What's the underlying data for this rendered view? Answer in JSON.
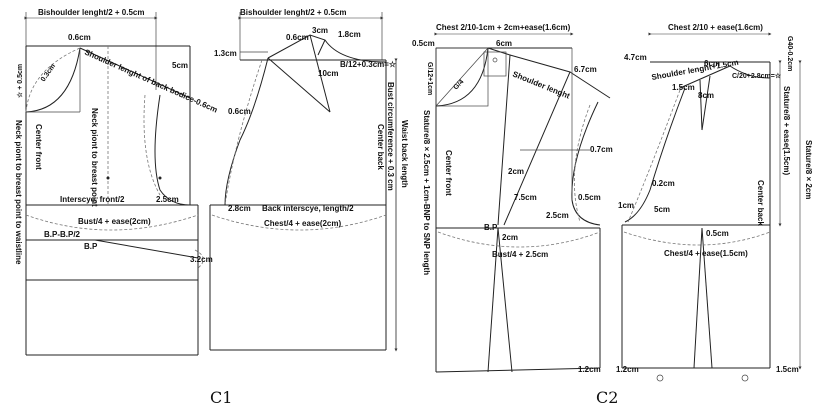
{
  "panels": [
    {
      "id": "c1",
      "caption": "C1",
      "labels": {
        "top_left": "Bishoulder lenght/2 + 0.5cm",
        "top_right": "Bishoulder lenght/2 + 0.5cm",
        "front_neck_width": "0.6cm",
        "front_neck_drop": "0.3cm",
        "star_plus": "☆ + 0.5cm",
        "shoulder_back": "Shoulder lenght of back bodice-0.6cm",
        "five_cm": "5cm",
        "neck_to_bp": "Neck piont to breast point",
        "center_front": "Center front",
        "neck_to_waist": "Neck piont to breast point to waistline",
        "interscye_front": "Interscye, front/2",
        "two_five": "2.5cm",
        "bust": "Bust/4 + ease(2cm)",
        "bp_half": "B.P-B.P/2",
        "bp": "B.P",
        "three_two": "3.2cm",
        "back_neck_offset": "1.3cm",
        "back_neck_06": "0.6cm",
        "back_neck_3": "3cm",
        "back_neck_18": "1.8cm",
        "ten_cm": "10cm",
        "b12": "B/12+0.3cm=☆",
        "back_06": "0.6cm",
        "waist_back": "Waist back length",
        "bust_circ": "Bust circumference + 0.3 cm",
        "center_back": "Center back",
        "two_eight": "2.8cm",
        "back_interscye": "Back interscye, length/2",
        "chest": "Chest/4 + ease(2cm)"
      }
    },
    {
      "id": "c2",
      "caption": "C2",
      "labels": {
        "chest_front": "Chest 2/10-1cm + 2cm+ease(1.6cm)",
        "chest_back": "Chest 2/10 + ease(1.6cm)",
        "g40": "G40-0.2cm",
        "half_cm": "0.5cm",
        "six_cm": "6cm",
        "shoulder_length": "Shoulder lenght",
        "g12": "G/12+1cm",
        "g4": "G/4",
        "six_seven": "6.7cm",
        "zero_seven": "0.7cm",
        "two_cm_a": "2cm",
        "seven_five": "7.5cm",
        "zero_five_a": "0.5cm",
        "two_five_b": "2.5cm",
        "center_front2": "Center front",
        "stature_front": "Stature/8 × 2.5cm + 1cm-BNP to SNP length",
        "bp2": "B.P",
        "two_cm_b": "2cm",
        "bust2": "Bust/4 + 2.5cm",
        "one_two_a": "1.2cm",
        "four_seven": "4.7cm",
        "shoulder_plus": "Shoulder lenght+1.5cm",
        "six_cm_b": "6cm",
        "c20": "C/20+2.8cm=☆",
        "one_five": "1.5cm",
        "eight_cm": "8cm",
        "stature_back": "Stature/8 + ease(1.5cm)",
        "stature_x2": "Stature/8 × 2cm",
        "zero_two": "0.2cm",
        "one_cm": "1cm",
        "five_cm_b": "5cm",
        "center_back2": "Center back",
        "zero_five_b": "0.5cm",
        "chest4": "Chest/4 + ease(1.5cm)",
        "one_two_b": "1.2cm",
        "one_five_b": "1.5cm"
      }
    }
  ]
}
